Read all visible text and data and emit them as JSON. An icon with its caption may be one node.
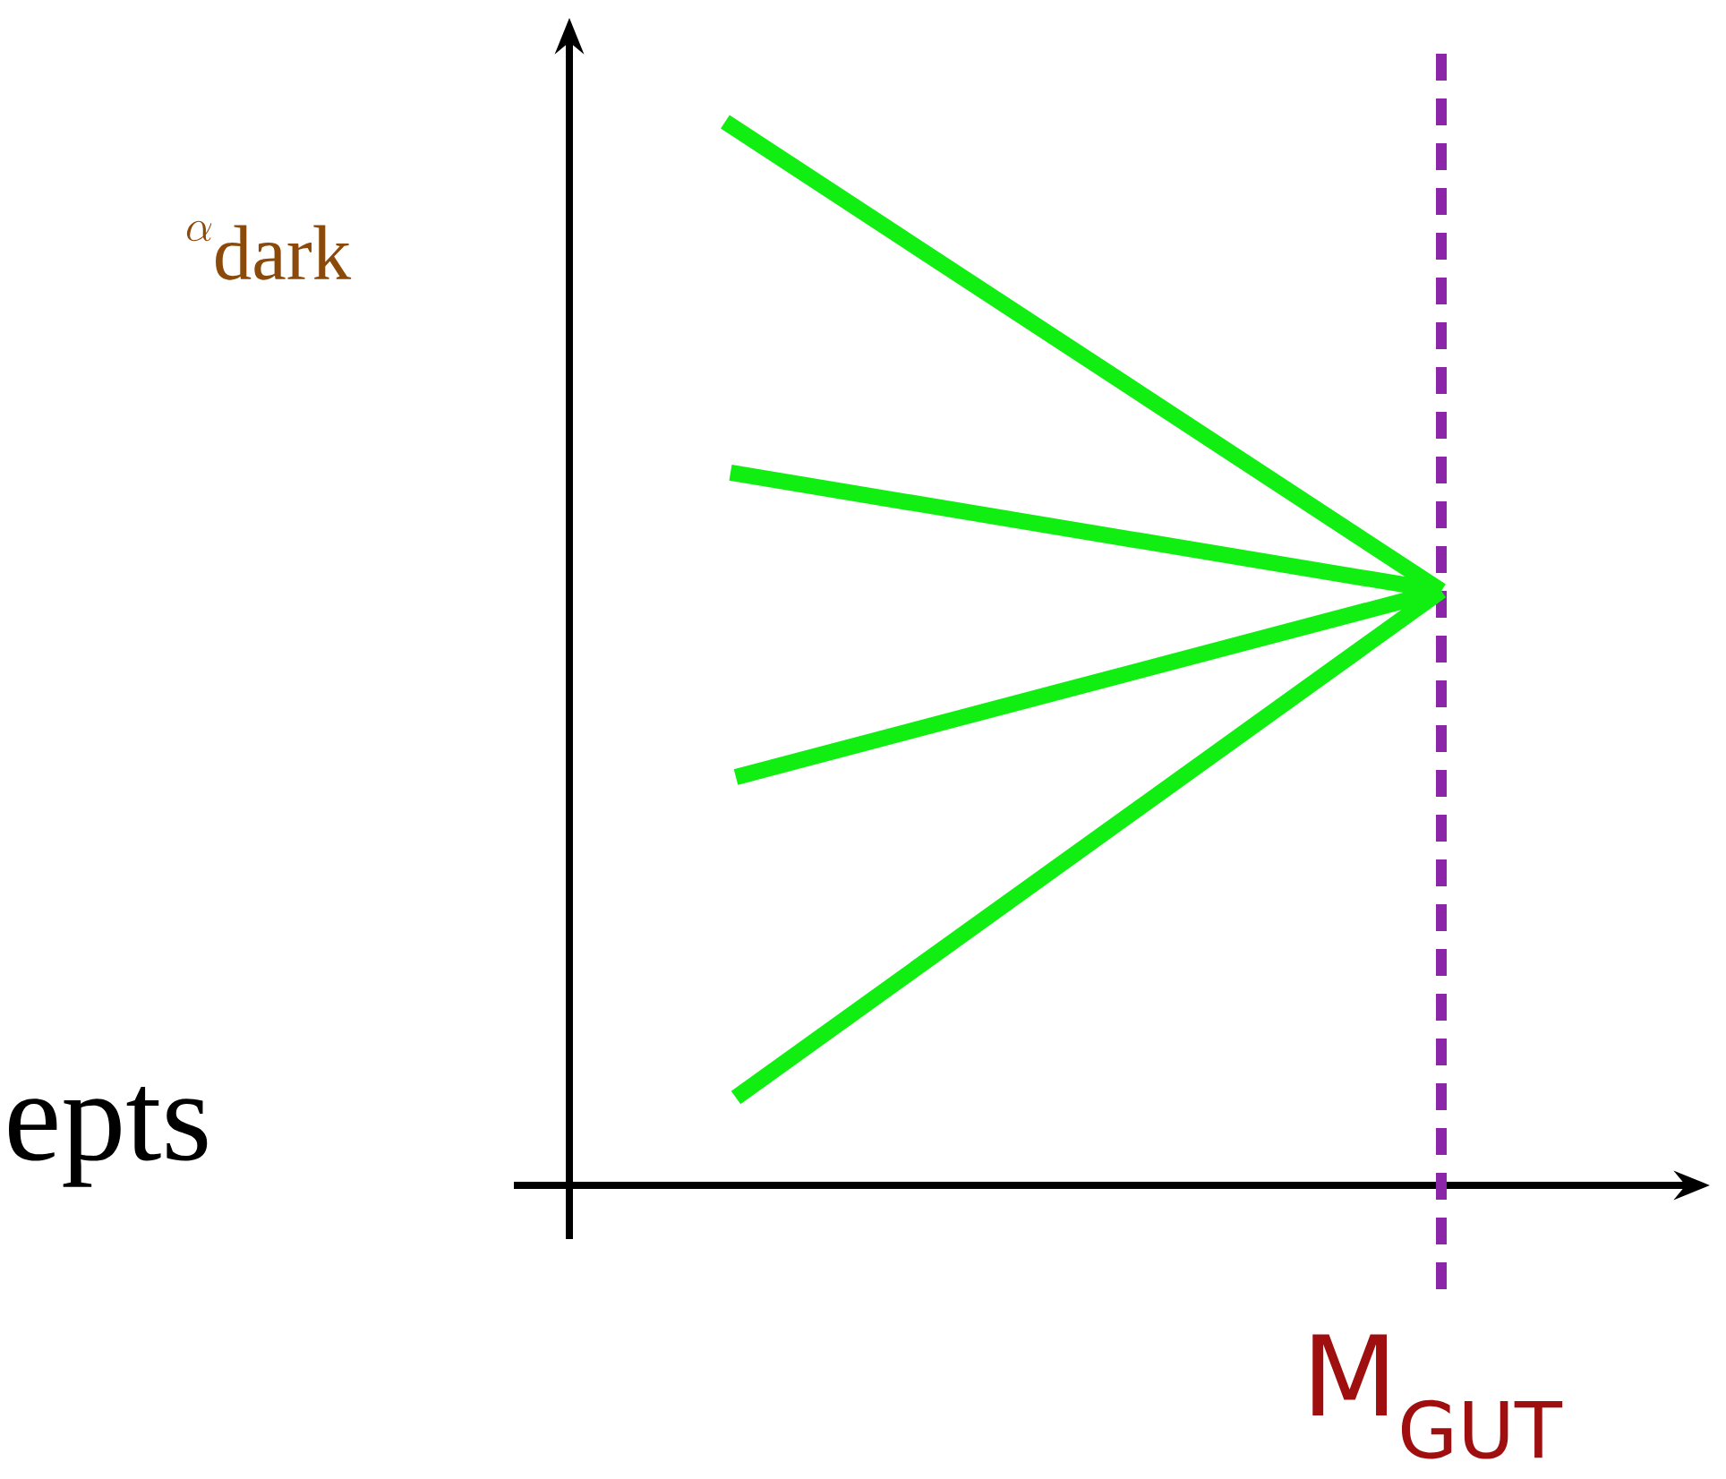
{
  "diagram": {
    "labels": [
      "\\alpha_{\\mathrm{dark}}",
      "epts",
      "M$_{GUT}$"
    ]
  }
}
